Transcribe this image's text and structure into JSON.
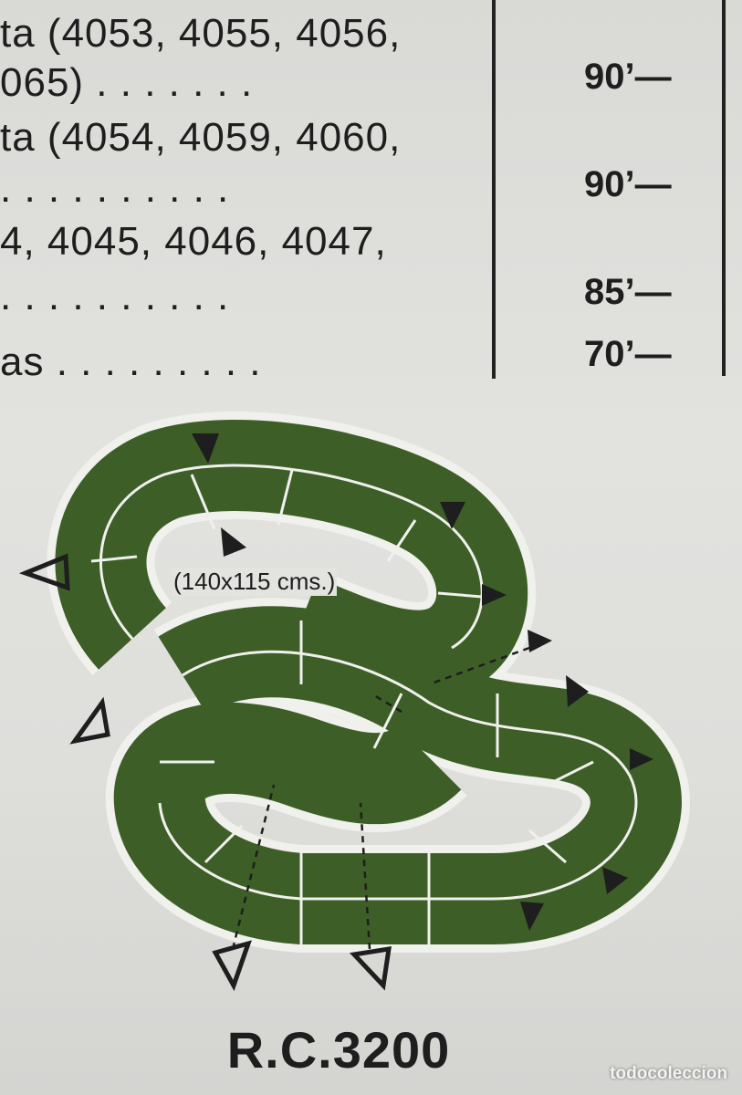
{
  "table": {
    "rows": [
      {
        "line1": "ta (4053, 4055, 4056,",
        "line2": "065) . . . . . . .",
        "price": "90’—"
      },
      {
        "line1": "ta (4054, 4059, 4060,",
        "line2": ". . . . . . . . . .",
        "price": "90’—"
      },
      {
        "line1": "4, 4045, 4046, 4047,",
        "line2": ". . . . . . . . . .",
        "price": "85’—"
      },
      {
        "line1": "as . . . . . . . . .",
        "line2": "",
        "price": "70’—"
      }
    ]
  },
  "diagram": {
    "dimensions_label": "(140x115 cms.)",
    "track_color": "#3d5e27",
    "border_color": "#f0f0ec"
  },
  "caption": "R.C.3200",
  "watermark": "todocoleccion"
}
